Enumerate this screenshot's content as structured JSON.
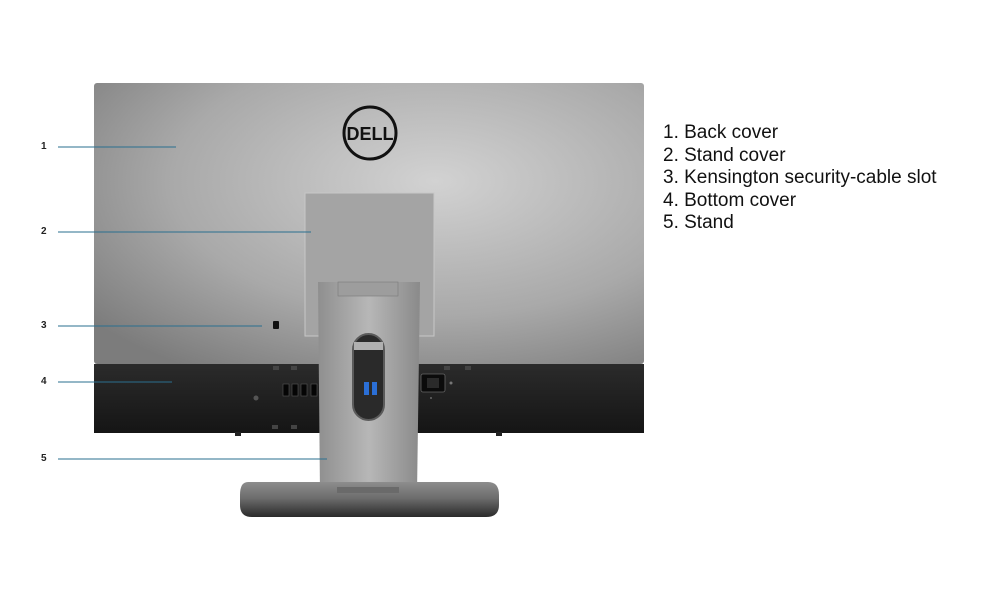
{
  "brand_logo": "DELL",
  "callouts": [
    {
      "number": "1",
      "label": "1. Back cover"
    },
    {
      "number": "2",
      "label": "2. Stand cover"
    },
    {
      "number": "3",
      "label": "3. Kensington security-cable slot"
    },
    {
      "number": "4",
      "label": "4. Bottom cover"
    },
    {
      "number": "5",
      "label": "5. Stand"
    }
  ],
  "colors": {
    "leader_line": "#2a6f8f",
    "back_cover_light": "#c9c9c9",
    "back_cover_dark": "#8a8a8a",
    "bottom_cover": "#1e1e1e",
    "port_accent": "#2b6fd6"
  }
}
